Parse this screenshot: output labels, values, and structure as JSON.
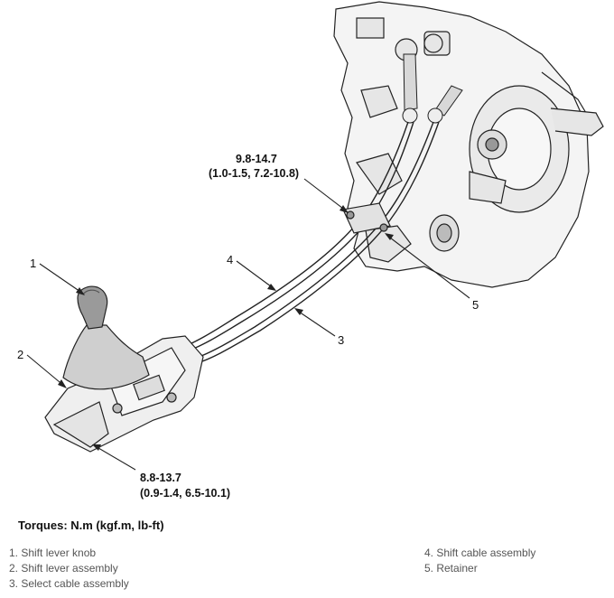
{
  "callouts": {
    "n1": "1",
    "n2": "2",
    "n3": "3",
    "n4": "4",
    "n5": "5"
  },
  "torque_specs": {
    "top": {
      "nm": "9.8-14.7",
      "alt": "(1.0-1.5, 7.2-10.8)"
    },
    "bottom": {
      "nm": "8.8-13.7",
      "alt": "(0.9-1.4, 6.5-10.1)"
    }
  },
  "torque_heading": "Torques: N.m (kgf.m, lb-ft)",
  "legend": {
    "left": [
      "1. Shift lever knob",
      "2. Shift lever assembly",
      "3. Select cable assembly"
    ],
    "right": [
      "4. Shift cable assembly",
      "5. Retainer"
    ]
  }
}
